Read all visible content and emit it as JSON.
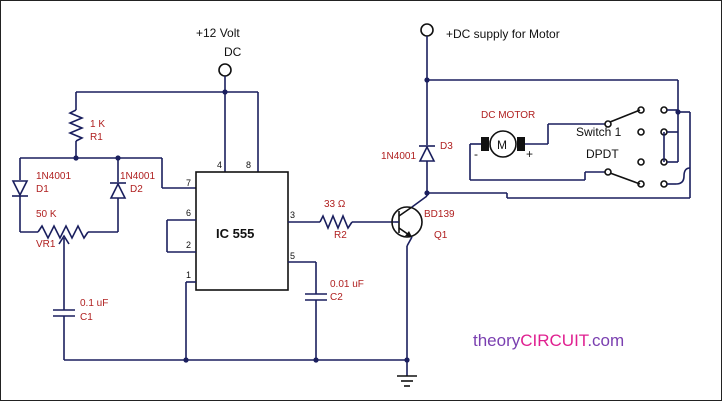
{
  "labels": {
    "supply_12v": "+12 Volt",
    "supply_12v_dc": "DC",
    "motor_supply": "+DC supply for Motor",
    "r1_value": "1 K",
    "r1_ref": "R1",
    "d1_part": "1N4001",
    "d1_ref": "D1",
    "d2_part": "1N4001",
    "d2_ref": "D2",
    "vr1_value": "50 K",
    "vr1_ref": "VR1",
    "c1_value": "0.1 uF",
    "c1_ref": "C1",
    "ic_name": "IC 555",
    "pin_4": "4",
    "pin_8": "8",
    "pin_7": "7",
    "pin_6": "6",
    "pin_2": "2",
    "pin_1": "1",
    "pin_3": "3",
    "pin_5": "5",
    "r2_value": "33 Ω",
    "r2_ref": "R2",
    "c2_value": "0.01 uF",
    "c2_ref": "C2",
    "q1_part": "BD139",
    "q1_ref": "Q1",
    "d3_part": "1N4001",
    "d3_ref": "D3",
    "motor_title": "DC MOTOR",
    "motor_symbol": "M",
    "motor_minus": "-",
    "motor_plus": "+",
    "switch_name": "Switch 1",
    "switch_type": "DPDT",
    "watermark_theory": "theory",
    "watermark_circuit": "CIRCUIT",
    "watermark_com": ".com"
  },
  "colors": {
    "wire": "#1a1f5e",
    "component_label": "#b02020",
    "watermark_theory": "#7a3fb0",
    "watermark_circuit": "#e02090",
    "watermark_com": "#7a3fb0"
  }
}
